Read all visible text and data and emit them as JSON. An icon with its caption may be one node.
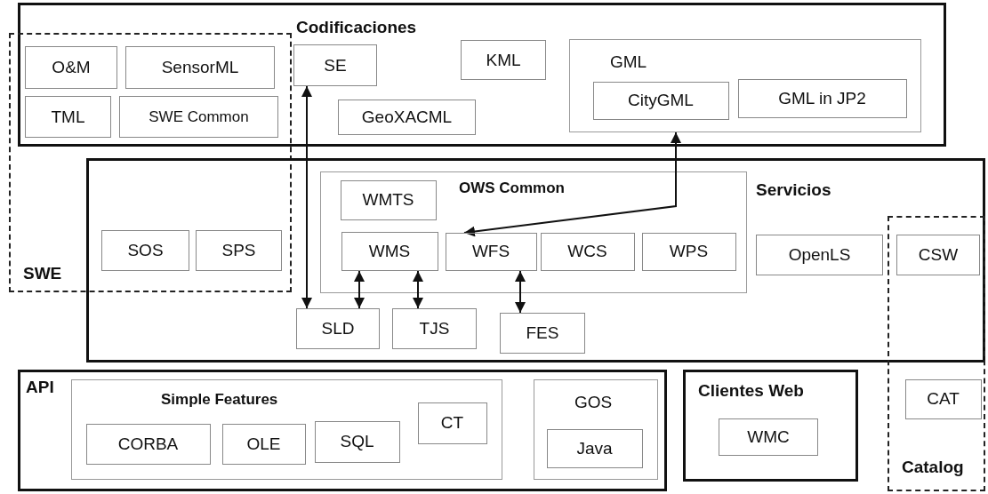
{
  "diagram": {
    "nodes": [
      {
        "text": [
          "Codificaciones"
        ]
      },
      {
        "text": [
          "SWE"
        ]
      },
      {
        "text": [
          "O&M"
        ]
      },
      {
        "text": [
          "SensorML"
        ]
      },
      {
        "text": [
          "TML"
        ]
      },
      {
        "text": [
          "SWE Common"
        ]
      },
      {
        "text": [
          "SE"
        ],
        "in": 0
      },
      {
        "text": [
          "KML"
        ],
        "in": 0
      },
      {
        "text": [
          "GeoXACML"
        ],
        "in": 0
      },
      {
        "text": [
          "GML"
        ],
        "in": 0
      },
      {
        "text": [
          "CityGML"
        ],
        "in": 9
      },
      {
        "text": [
          "GML in JP2"
        ],
        "in": 9
      },
      {
        "text": [
          "Servicios"
        ]
      },
      {
        "text": [
          "OWS Common"
        ],
        "in": 12
      },
      {
        "text": [
          "WMTS"
        ],
        "in": 13
      },
      {
        "text": [
          "WMS"
        ],
        "in": 13
      },
      {
        "text": [
          "WFS"
        ],
        "in": 13
      },
      {
        "text": [
          "WCS"
        ],
        "in": 13
      },
      {
        "text": [
          "WPS"
        ],
        "in": 13
      },
      {
        "text": [
          "SOS"
        ]
      },
      {
        "text": [
          "SPS"
        ]
      },
      {
        "text": [
          "OpenLS"
        ],
        "in": 12
      },
      {
        "text": [
          "Catalog"
        ]
      },
      {
        "text": [
          "CSW"
        ]
      },
      {
        "text": [
          "SLD"
        ],
        "in": 12
      },
      {
        "text": [
          "TJS"
        ],
        "in": 12
      },
      {
        "text": [
          "FES"
        ],
        "in": 12
      },
      {
        "text": [
          "API"
        ]
      },
      {
        "text": [
          "Simple Features"
        ],
        "in": 27
      },
      {
        "text": [
          "CORBA"
        ],
        "in": 28
      },
      {
        "text": [
          "OLE"
        ],
        "in": 28
      },
      {
        "text": [
          "SQL"
        ],
        "in": 28
      },
      {
        "text": [
          "CT"
        ],
        "in": 28
      },
      {
        "text": [
          "GOS"
        ],
        "in": 27
      },
      {
        "text": [
          "Java"
        ],
        "in": 33
      },
      {
        "text": [
          "Clientes Web"
        ]
      },
      {
        "text": [
          "WMC"
        ],
        "in": 35
      },
      {
        "text": [
          "CAT"
        ],
        "in": 22
      }
    ],
    "edges": [
      {
        "from": 6,
        "to": 24,
        "arrow": "both"
      },
      {
        "from": 16,
        "to": 9,
        "arrow": "both"
      },
      {
        "from": 15,
        "to": 24,
        "arrow": "both"
      },
      {
        "from": 15,
        "to": 25,
        "arrow": "both"
      },
      {
        "from": 16,
        "to": 26,
        "arrow": "both"
      }
    ]
  }
}
